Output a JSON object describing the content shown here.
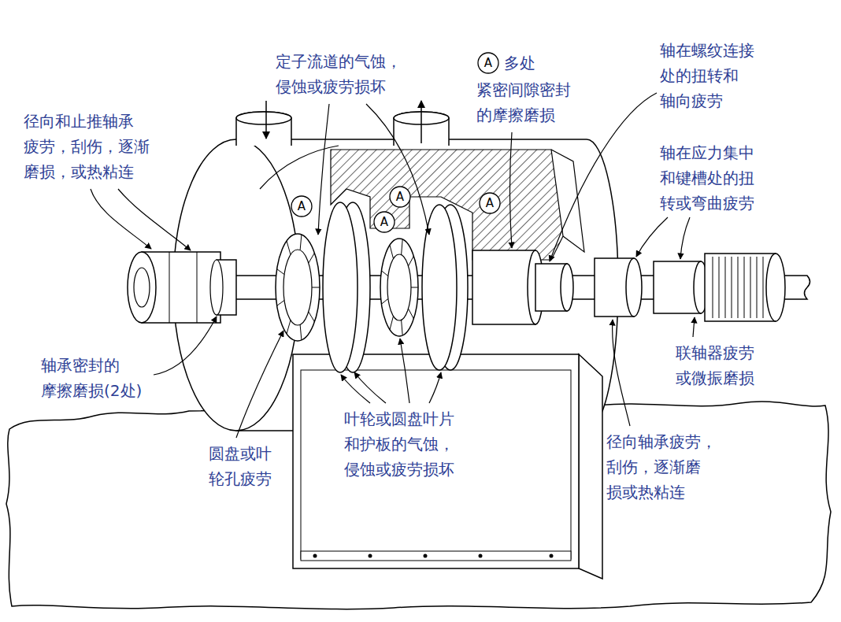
{
  "diagram": {
    "nodes": [
      {
        "text": [
          "A"
        ]
      },
      {
        "text": [
          "A"
        ]
      },
      {
        "text": [
          "A"
        ]
      },
      {
        "text": [
          "A"
        ]
      },
      {
        "text": [
          "A"
        ]
      }
    ],
    "labels": [
      "径向和止推轴承 疲劳，刮伤，逐渐 磨损，或热粘连",
      "定子流道的气蚀， 侵蚀或疲劳损坏",
      "多处",
      "紧密间隙密封 的摩擦磨损",
      "轴在螺纹连接 处的扭转和 轴向疲劳",
      "轴在应力集中 和键槽处的扭 转或弯曲疲劳",
      "径向轴承疲劳， 刮伤，逐渐磨 损或热粘连",
      "叶轮或圆盘叶片 和护板的气蚀， 侵蚀或疲劳损坏",
      "圆盘或叶 轮孔疲劳",
      "轴承密封的 摩擦磨损(2处)",
      "联轴器疲劳 或微振磨损"
    ]
  }
}
